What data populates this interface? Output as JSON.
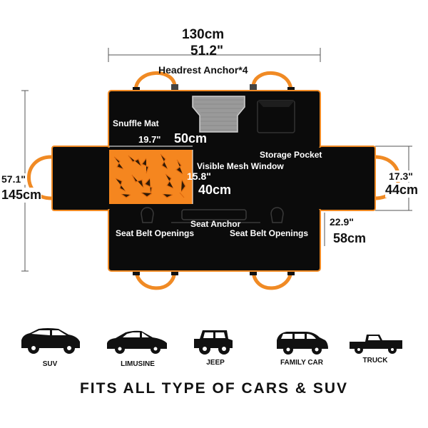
{
  "dimensions": {
    "top_width_cm": "130cm",
    "top_width_in": "51.2\"",
    "left_height_in": "57.1\"",
    "left_height_cm": "145cm",
    "right_flap_in": "17.3\"",
    "right_flap_cm": "44cm",
    "bottom_depth_in": "22.9\"",
    "bottom_depth_cm": "58cm",
    "mat_width_in": "19.7\"",
    "mat_width_cm": "50cm",
    "mat_height_in": "15.8\"",
    "mat_height_cm": "40cm"
  },
  "labels": {
    "headrest_anchor": "Headrest Anchor*4",
    "snuffle_mat": "Snuffle Mat",
    "storage_pocket": "Storage Pocket",
    "mesh_window": "Visible Mesh Window",
    "seat_anchor": "Seat Anchor",
    "seat_belt_left": "Seat Belt Openings",
    "seat_belt_right": "Seat Belt Openings"
  },
  "cars": [
    {
      "label": "SUV",
      "icon": "suv-icon"
    },
    {
      "label": "LIMUSINE",
      "icon": "sedan-icon"
    },
    {
      "label": "JEEP",
      "icon": "jeep-icon"
    },
    {
      "label": "FAMILY CAR",
      "icon": "family-car-icon"
    },
    {
      "label": "TRUCK",
      "icon": "truck-icon"
    }
  ],
  "footer": "FITS  ALL  TYPE  OF  CARS & SUV",
  "colors": {
    "cover": "#0b0b0b",
    "trim": "#f08a24",
    "mat": "#f5861f",
    "mesh": "#9a9a9a"
  }
}
